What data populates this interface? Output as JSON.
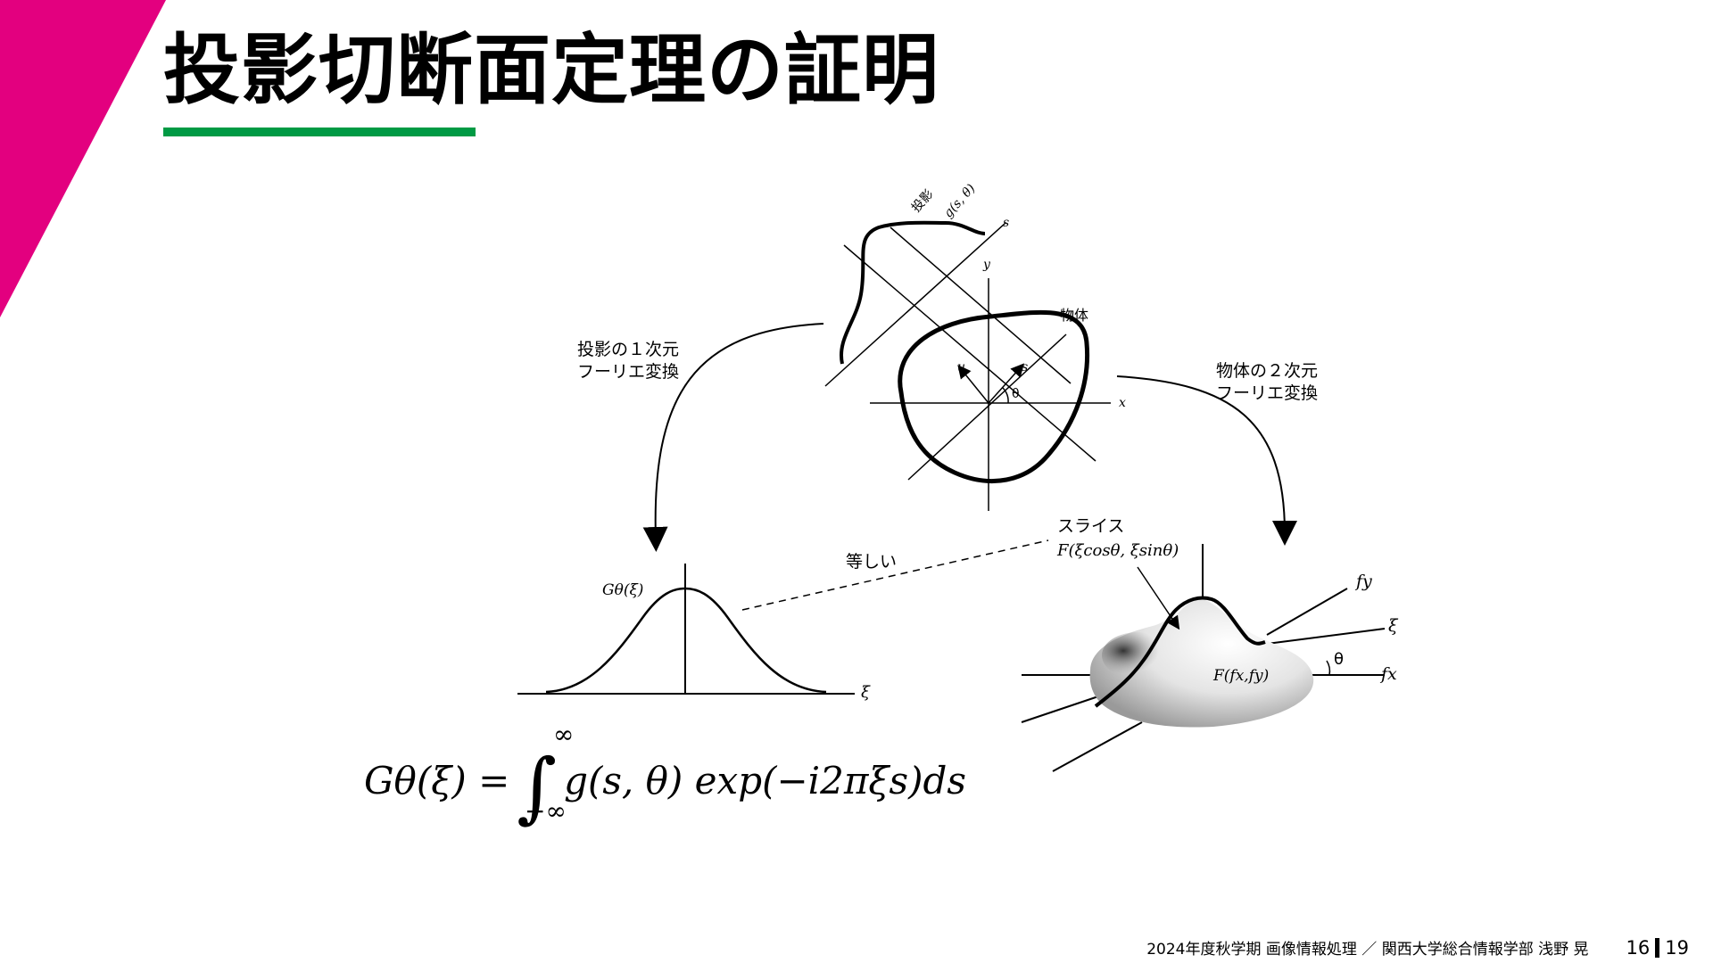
{
  "header": {
    "title": "投影切断面定理の証明",
    "accent_color": "#E3007F",
    "underline_color": "#009A44"
  },
  "diagram": {
    "projection_label": "投影",
    "projection_func": "g(s, θ)",
    "object_label": "物体",
    "axis_x": "x",
    "axis_y": "y",
    "axis_s_top": "s",
    "axis_s": "s",
    "axis_u": "u",
    "angle_theta": "θ",
    "left_arrow_label_line1": "投影の１次元",
    "left_arrow_label_line2": "フーリエ変換",
    "right_arrow_label_line1": "物体の２次元",
    "right_arrow_label_line2": "フーリエ変換",
    "equal_label": "等しい",
    "slice_label": "スライス",
    "slice_formula": "F(ξcosθ, ξsinθ)",
    "g_theta_label": "Gθ(ξ)",
    "xi_axis": "ξ",
    "fy_label": "fy",
    "xi_label_right": "ξ",
    "theta_right": "θ",
    "fx_label": "fx",
    "F_label": "F(fx,fy)"
  },
  "formula": {
    "lhs": "Gθ(ξ) =",
    "upper_limit": "∞",
    "lower_limit": "−∞",
    "integrand": "g(s, θ) exp(−i2πξs)ds"
  },
  "footer": {
    "credit": "2024年度秋学期  画像情報処理  ／  関西大学総合情報学部  浅野  晃",
    "page": "16",
    "total": "19"
  }
}
